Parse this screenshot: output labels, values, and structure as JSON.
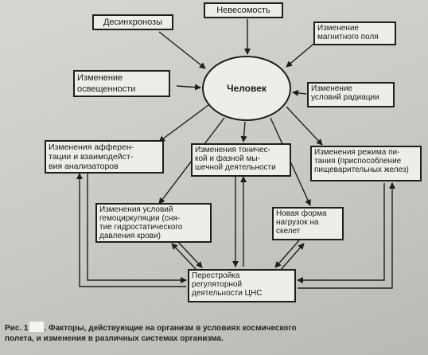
{
  "diagram": {
    "center": "Человек",
    "factors": {
      "weightlessness": "Невесомость",
      "desynchronosis": "Десинхронозы",
      "magnetic": "Изменение\nмагнитного поля",
      "lighting": "Изменение\nосвещенности",
      "radiation": "Изменение\nусловий радиации"
    },
    "effects": {
      "afferentation": "Изменения афферен-\nтации и взаимодейст-\nвия анализаторов",
      "muscle_tone": "Изменения тоничес-\nкой и фазной мы-\nшечной деятельности",
      "nutrition": "Изменения режима пи-\nтания (приспособление\nпищеварительных желез)",
      "hemocirculation": "Изменения условий\nгемоциркуляции (сня-\nтие гидростатического\nдавления крови)",
      "skeleton_load": "Новая форма\nнагрузок на\nскелет",
      "cns": "Перестройка\nрегуляторной\nдеятельности ЦНС"
    }
  },
  "caption": {
    "prefix": "Рис. 1",
    "text": ". Факторы, действующие на организм в условиях космического\nполета, и изменения в различных системах организма."
  }
}
